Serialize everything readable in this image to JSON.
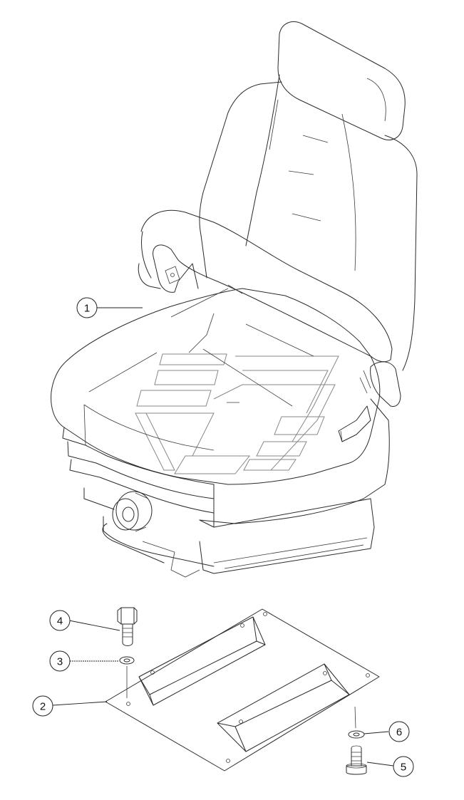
{
  "callouts": [
    {
      "id": "c1",
      "label": "1"
    },
    {
      "id": "c2",
      "label": "2"
    },
    {
      "id": "c3",
      "label": "3"
    },
    {
      "id": "c4",
      "label": "4"
    },
    {
      "id": "c5",
      "label": "5"
    },
    {
      "id": "c6",
      "label": "6"
    }
  ],
  "parts": {
    "seat": "seat-assembly",
    "plate": "mounting-plate",
    "washer_left": "washer",
    "bolt_left": "bolt",
    "washer_right": "washer",
    "bolt_right": "bolt"
  }
}
